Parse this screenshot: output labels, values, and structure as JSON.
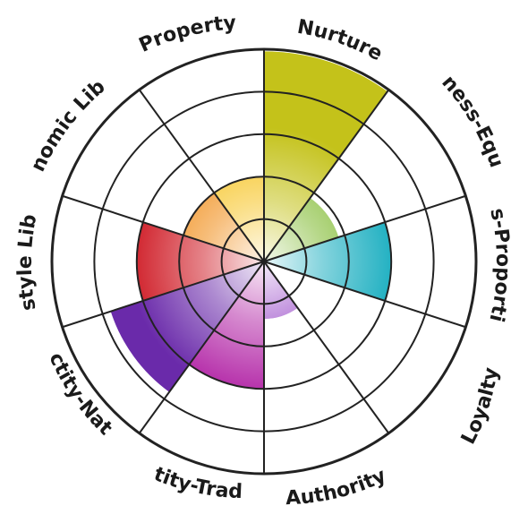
{
  "chart_data": {
    "type": "polar-area",
    "title": "",
    "rmax": 5,
    "ring_count": 5,
    "grid": true,
    "categories": [
      "Nurture",
      "Fairness-Equality",
      "Fairness-Proportionality",
      "Loyalty",
      "Authority",
      "Sanctity-Tradition",
      "Sanctity-Nature",
      "Lifestyle Liberty",
      "Economic Liberty",
      "Property"
    ],
    "values": [
      4.95,
      1.85,
      3.0,
      0,
      1.35,
      3.0,
      3.8,
      3.0,
      2.0,
      2.0
    ],
    "colors": [
      "#c4c21a",
      "#7cb82a",
      "#1aaec0",
      "#2a7cc4",
      "#8a2ec0",
      "#b42aa8",
      "#6a2aaa",
      "#d0202a",
      "#f08a12",
      "#f6c21c"
    ]
  }
}
